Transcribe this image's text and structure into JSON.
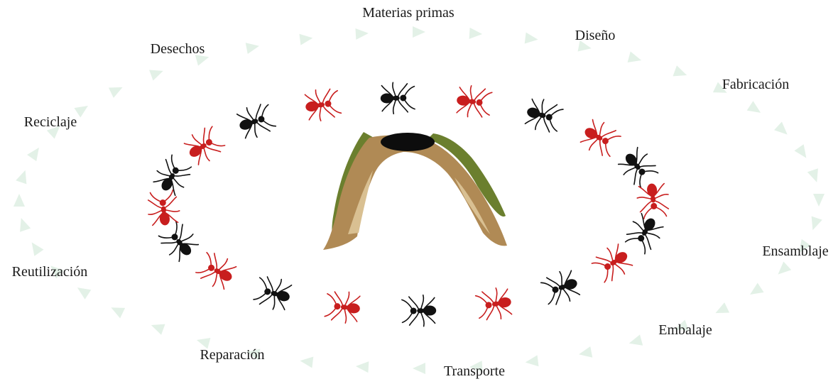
{
  "diagram": {
    "stages": [
      {
        "label": "Materias primas"
      },
      {
        "label": "Diseño"
      },
      {
        "label": "Fabricación"
      },
      {
        "label": "Ensamblaje"
      },
      {
        "label": "Embalaje"
      },
      {
        "label": "Transporte"
      },
      {
        "label": "Reparación"
      },
      {
        "label": "Reutilización"
      },
      {
        "label": "Reciclaje"
      },
      {
        "label": "Desechos"
      }
    ],
    "cycle_arrow_color": "#e3f1e7",
    "ant_colors": {
      "black": "#111111",
      "red": "#c81e1e"
    },
    "ants": [
      "black",
      "red",
      "black",
      "red",
      "black",
      "red",
      "black",
      "red",
      "black",
      "red",
      "black",
      "red",
      "black",
      "red",
      "black",
      "red",
      "black",
      "red",
      "black",
      "red"
    ],
    "anthill": {
      "soil_color": "#b08a55",
      "grass_color": "#6b7f2e",
      "hole_color": "#0d0d0d"
    }
  }
}
